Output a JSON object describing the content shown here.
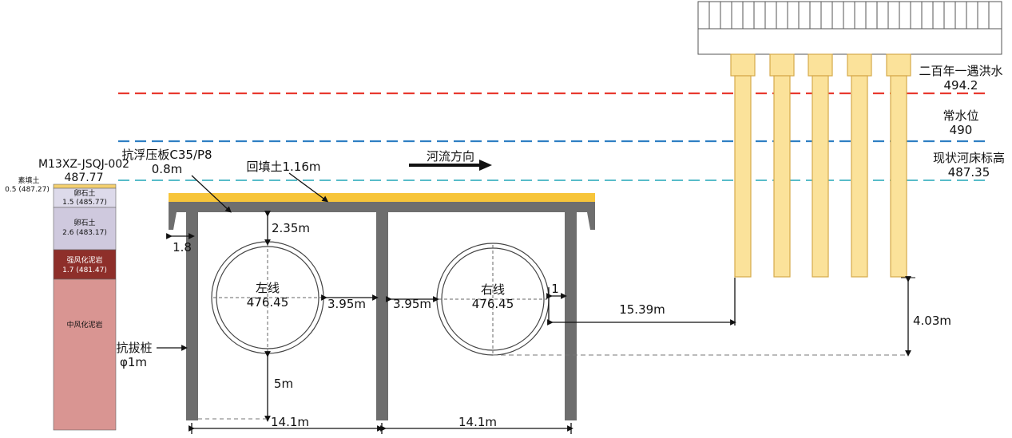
{
  "colors": {
    "flood": "#e8392f",
    "normal": "#2f7fc3",
    "bed": "#58bcc9",
    "slab_fill": "#f7c53a",
    "structure": "#6e6e6e",
    "pile": "#fbe29a",
    "pile_stroke": "#d6a94a"
  },
  "borehole": {
    "id": "M13XZ-JSQJ-002",
    "elevation": "487.77",
    "layers": [
      {
        "name": "素填土",
        "detail": "0.5 (487.27)",
        "color": "#f4d06f"
      },
      {
        "name": "卵石土",
        "detail": "1.5 (485.77)",
        "color": "#dddaea"
      },
      {
        "name": "卵石土",
        "detail": "2.6 (483.17)",
        "color": "#cfc9de"
      },
      {
        "name": "强风化泥岩",
        "detail": "1.7 (481.47)",
        "color": "#8e2f2a"
      },
      {
        "name": "中风化泥岩",
        "detail": "",
        "color": "#d99592"
      }
    ]
  },
  "water_levels": {
    "flood": {
      "name": "二百年一遇洪水",
      "value": "494.2"
    },
    "normal": {
      "name": "常水位",
      "value": "490"
    },
    "bed": {
      "name": "现状河床标高",
      "value": "487.35"
    }
  },
  "labels": {
    "slab_line1": "抗浮压板C35/P8",
    "slab_line2": "0.8m",
    "backfill": "回填土1.16m",
    "flow": "河流方向",
    "cover": "2.35m",
    "overhang": "1.8",
    "left_tunnel_name": "左线",
    "left_tunnel_elev": "476.45",
    "right_tunnel_name": "右线",
    "right_tunnel_elev": "476.45",
    "gap_left": "3.95m",
    "gap_right": "3.95m",
    "gap_wall": "1",
    "to_bridge": "15.39m",
    "bridge_depth": "4.03m",
    "pile_line1": "抗拔桩",
    "pile_line2": "φ1m",
    "below_tunnel": "5m",
    "span_left": "14.1m",
    "span_right": "14.1m"
  }
}
